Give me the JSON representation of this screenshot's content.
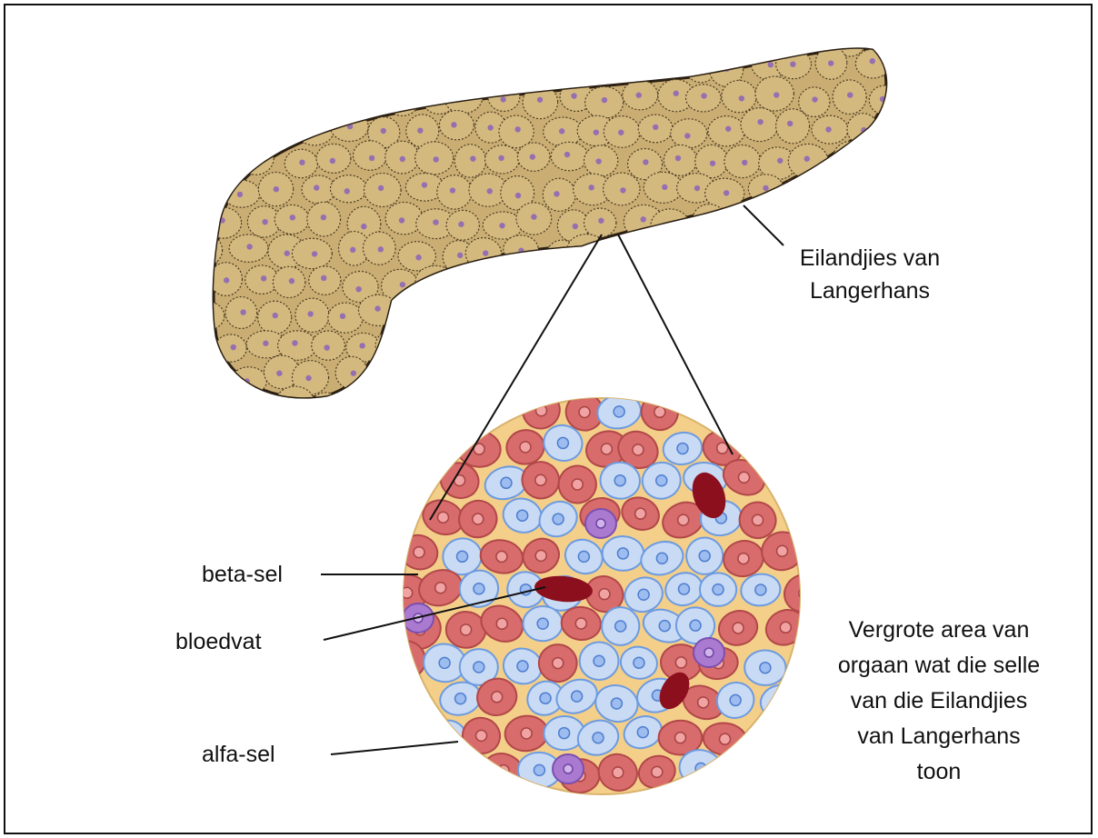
{
  "labels": {
    "islets": [
      "Eilandjies van",
      "Langerhans"
    ],
    "beta_cell": "beta-sel",
    "blood_vessel": "bloedvat",
    "alpha_cell": "alfa-sel",
    "caption": [
      "Vergrote area van",
      "orgaan wat die selle",
      "van die Eilandjies",
      "van Langerhans",
      "toon"
    ]
  },
  "colors": {
    "pancreas_fill": "#c9ad72",
    "pancreas_outline": "#2a1f12",
    "nucleus": "#8a62b8",
    "islet_background": "#f3cf8a",
    "beta_fill": "#c9daf4",
    "beta_stroke": "#6d9be0",
    "alpha_fill": "#d86b6b",
    "alpha_stroke": "#b24848",
    "delta_fill": "#a97ad0",
    "vessel_fill": "#8b0f1c"
  }
}
